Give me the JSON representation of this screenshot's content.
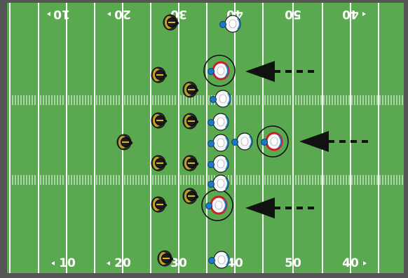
{
  "field": {
    "turf_color": "#5aa84f",
    "border_color": "#555555",
    "line_color": "#ffffff"
  },
  "yard_numbers_bottom": [
    "10",
    "20",
    "30",
    "40",
    "50",
    "40"
  ],
  "yard_numbers_top": [
    "10",
    "20",
    "30",
    "40",
    "50",
    "40"
  ],
  "teams": {
    "offense": {
      "helmet": "#1c1c1c",
      "stripe": "#d8b524",
      "jersey": "#f2f2f2"
    },
    "defense": {
      "helmet": "#1d78c8",
      "jersey": "#f4f7fa",
      "trim": "#1d78c8"
    }
  },
  "highlight_color": "#c8202a",
  "arrow_color": "#111111"
}
